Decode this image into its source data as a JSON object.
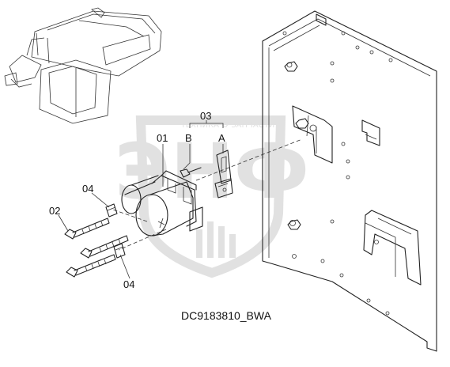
{
  "diagram": {
    "callouts": {
      "c01": "01",
      "c02": "02",
      "c03": "03",
      "c04_upper": "04",
      "c04_lower": "04",
      "cA": "A",
      "cB": "B"
    },
    "caption": "DC9183810_BWA"
  },
  "watermark": {
    "line1": "ТЕХНИКА ⚙ ЗАПЧАСТИ",
    "logo_text": "ЭНФ",
    "color": "#c9c9c9"
  },
  "colors": {
    "line": "#222222",
    "background": "#ffffff"
  }
}
